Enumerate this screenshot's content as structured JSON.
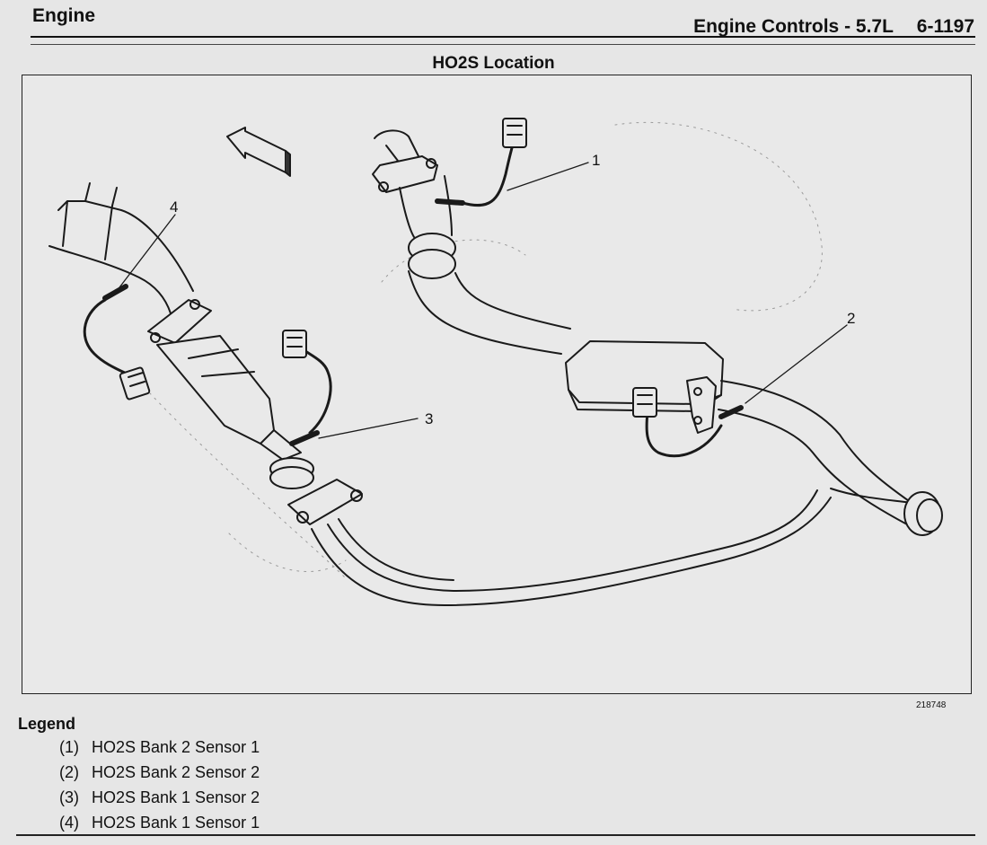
{
  "header": {
    "section": "Engine",
    "chapter": "Engine Controls - 5.7L",
    "page": "6-1197"
  },
  "figure": {
    "title": "HO2S Location",
    "id": "218748",
    "callouts": [
      "1",
      "2",
      "3",
      "4"
    ]
  },
  "legend": {
    "title": "Legend",
    "items": [
      {
        "num": "(1)",
        "label": "HO2S Bank 2 Sensor 1"
      },
      {
        "num": "(2)",
        "label": "HO2S Bank 2 Sensor 2"
      },
      {
        "num": "(3)",
        "label": "HO2S Bank 1 Sensor 2"
      },
      {
        "num": "(4)",
        "label": "HO2S Bank 1 Sensor 1"
      }
    ]
  }
}
